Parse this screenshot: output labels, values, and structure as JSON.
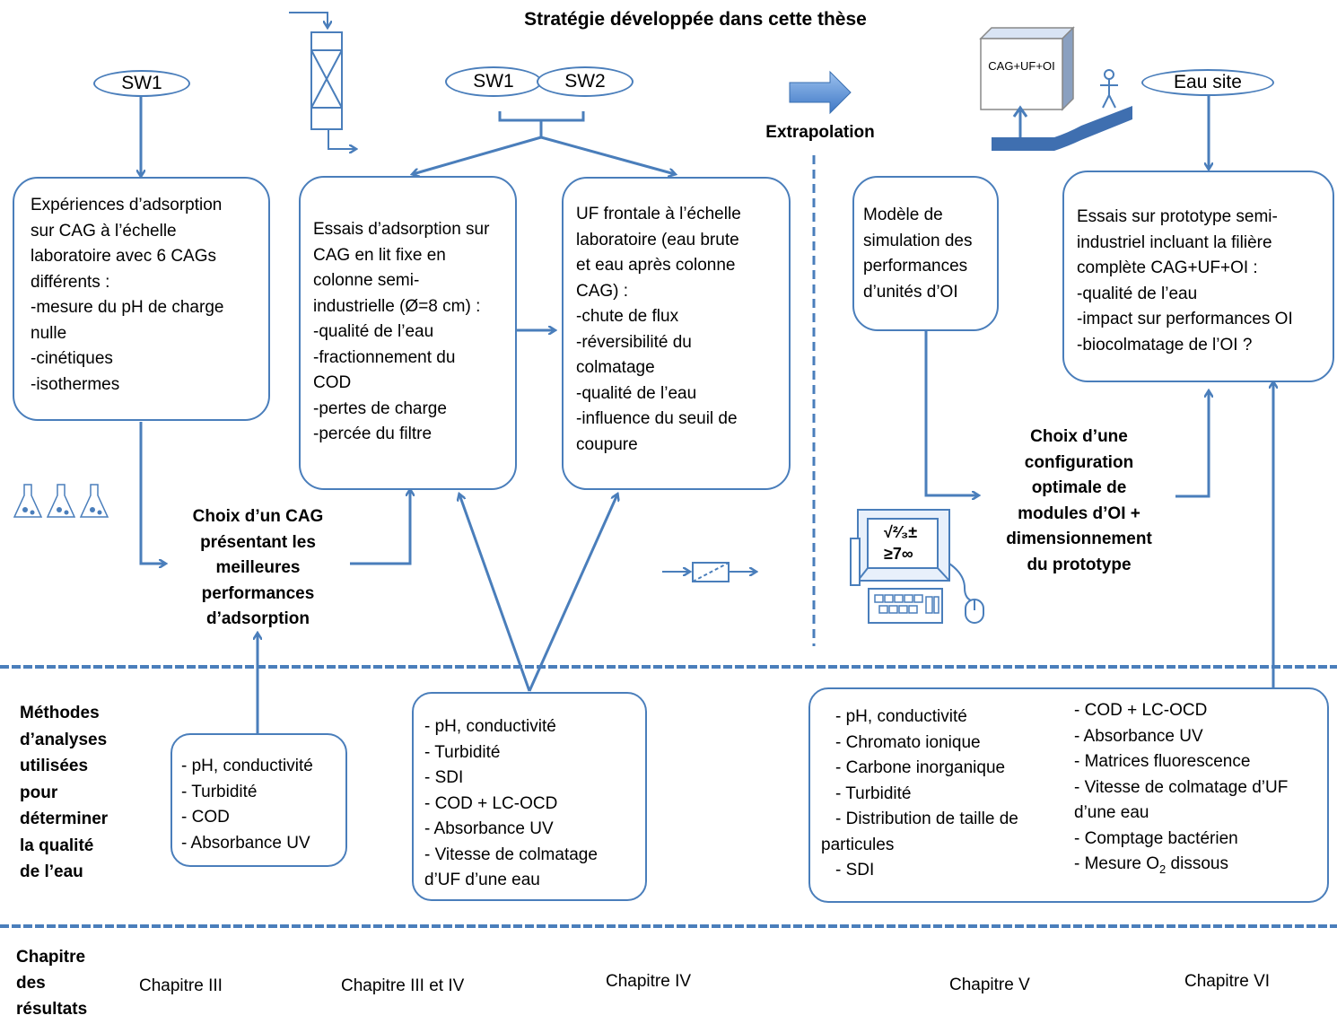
{
  "title": "Stratégie développée dans cette thèse",
  "extrapolation": "Extrapolation",
  "ovals": {
    "sw1": "SW1",
    "sw1b": "SW1",
    "sw2": "SW2",
    "eau_site": "Eau site"
  },
  "prototype_label": "CAG+UF+OI",
  "computer_screen": [
    "√²⁄₃±",
    "≥7∞"
  ],
  "boxes": {
    "adsorption_lab": [
      "Expériences d’adsorption",
      "sur CAG à l’échelle",
      "laboratoire avec 6 CAGs",
      "différents :",
      "-mesure du pH de charge",
      "nulle",
      "-cinétiques",
      "-isothermes"
    ],
    "adsorption_fixed": [
      "Essais d’adsorption sur",
      "CAG en lit fixe en",
      "colonne semi-",
      "industrielle (Ø=8 cm) :",
      "-qualité de l’eau",
      "-fractionnement du",
      "COD",
      "-pertes de charge",
      "-percée du filtre"
    ],
    "uf_frontale": [
      "UF frontale à l’échelle",
      "laboratoire (eau brute",
      "et eau après colonne",
      "CAG) :",
      "-chute de flux",
      "-réversibilité du",
      "colmatage",
      "-qualité de l’eau",
      "-influence du seuil de",
      "coupure"
    ],
    "model": [
      "Modèle de",
      "simulation des",
      "performances",
      "d’unités d’OI"
    ],
    "prototype": [
      "Essais sur prototype semi-",
      "industriel incluant la filière",
      "complète CAG+UF+OI :",
      "-qualité de l’eau",
      "-impact sur performances OI",
      "-biocolmatage de l’OI ?"
    ]
  },
  "choice_cag": [
    "Choix d’un CAG",
    "présentant les",
    "meilleures",
    "performances",
    "d’adsorption"
  ],
  "choice_config": [
    "Choix d’une",
    "configuration",
    "optimale de",
    "modules d’OI +",
    "dimensionnement",
    "du prototype"
  ],
  "methods_label": [
    "Méthodes",
    "d’analyses",
    "utilisées",
    "pour",
    "déterminer",
    "la qualité",
    "de l’eau"
  ],
  "methods": {
    "m1": [
      "- pH, conductivité",
      "- Turbidité",
      "- COD",
      "- Absorbance UV"
    ],
    "m2": [
      "- pH, conductivité",
      "- Turbidité",
      "- SDI",
      "- COD + LC-OCD",
      "- Absorbance UV",
      "- Vitesse de colmatage",
      "d’UF d’une eau"
    ],
    "m3_left": [
      "- pH, conductivité",
      "- Chromato ionique",
      "- Carbone inorganique",
      "- Turbidité",
      "- Distribution de taille de",
      "particules",
      "- SDI"
    ],
    "m3_right": [
      "- COD + LC-OCD",
      "- Absorbance UV",
      "- Matrices fluorescence",
      "- Vitesse de colmatage d’UF",
      "d’une eau",
      "- Comptage bactérien"
    ],
    "o2_prefix": "- Mesure O",
    "o2_sub": "2",
    "o2_suffix": " dissous"
  },
  "chapters_label": [
    "Chapitre",
    "des",
    "résultats"
  ],
  "chapters": [
    "Chapitre III",
    "Chapitre III et IV",
    "Chapitre IV",
    "Chapitre V",
    "Chapitre VI"
  ],
  "colors": {
    "line": "#4a7ebb",
    "dash": "#4a7ebb"
  }
}
